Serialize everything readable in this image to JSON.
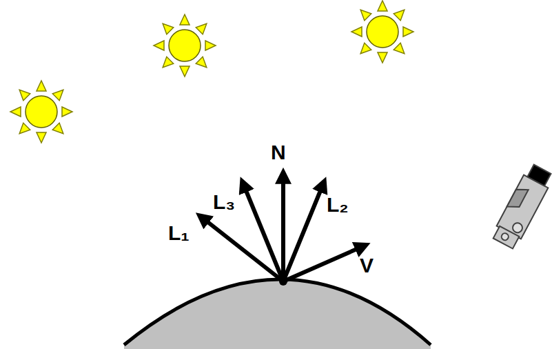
{
  "diagram": {
    "labels": [
      "N",
      "L₁",
      "L₃",
      "L₂",
      "V"
    ]
  }
}
